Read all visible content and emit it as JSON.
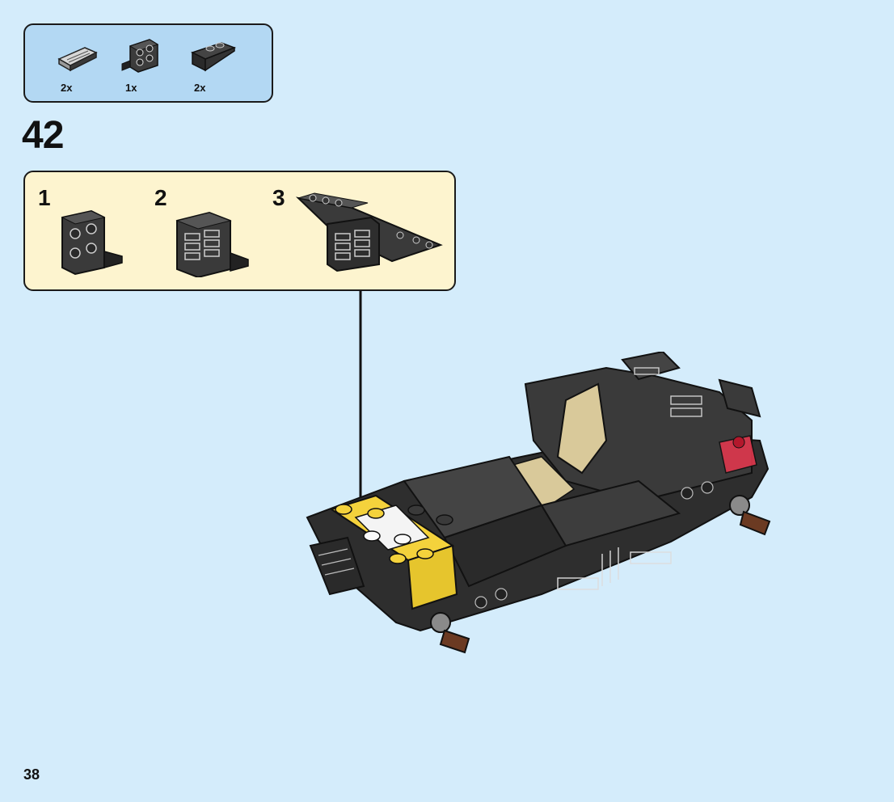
{
  "parts_list": [
    {
      "name": "slope-grille",
      "qty": "2x"
    },
    {
      "name": "bracket-plate",
      "qty": "1x"
    },
    {
      "name": "slope-inverted",
      "qty": "2x"
    }
  ],
  "step_number": "42",
  "sub_steps": [
    {
      "num": "1",
      "icon": "bracket-icon"
    },
    {
      "num": "2",
      "icon": "bracket-with-grilles-icon"
    },
    {
      "num": "3",
      "icon": "bracket-with-slopes-icon"
    }
  ],
  "page_number": "38",
  "colors": {
    "background": "#d4ecfb",
    "parts_box": "#b3d8f3",
    "sub_box": "#fdf4cf",
    "brick_black": "#2b2b2b",
    "brick_yellow": "#f4d23c",
    "brick_tan": "#d9c99a",
    "brick_red": "#e0374d"
  }
}
